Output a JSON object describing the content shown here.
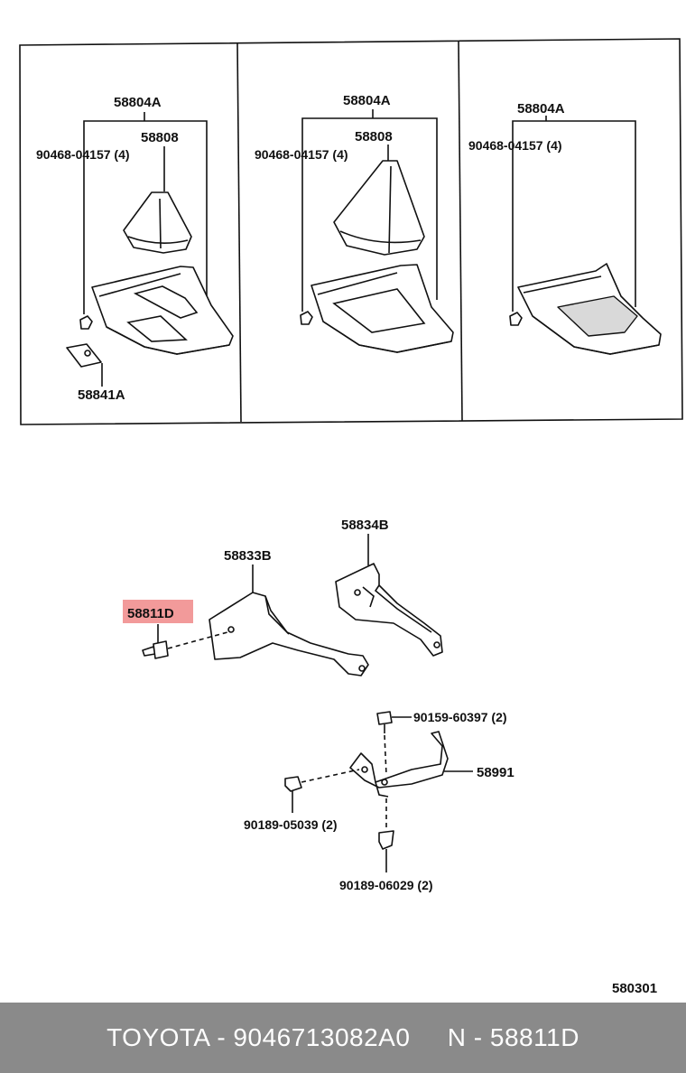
{
  "panels": [
    {
      "assembly": "58804A",
      "boot": "58808",
      "clip": "90468-04157 (4)",
      "pad": "58841A"
    },
    {
      "assembly": "58804A",
      "boot": "58808",
      "clip": "90468-04157 (4)"
    },
    {
      "assembly": "58804A",
      "clip": "90468-04157 (4)"
    }
  ],
  "lower": {
    "panel_b": "58834B",
    "panel_a": "58833B",
    "screw_highlighted": "58811D",
    "bolt_top": "90159-60397 (2)",
    "bracket": "58991",
    "clip_left": "90189-05039 (2)",
    "clip_bottom": "90189-06029 (2)"
  },
  "highlight_color": "#f29a9a",
  "diagram_number": "580301",
  "footer": {
    "text": "TOYOTA - 9046713082A0     N - 58811D"
  }
}
